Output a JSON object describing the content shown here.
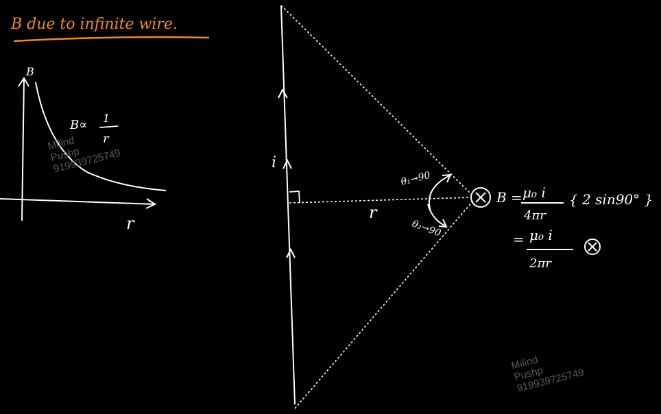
{
  "title": "B due to infinite wire.",
  "graph": {
    "y_axis_label": "B",
    "x_axis_label": "r",
    "relation_left": "B∝",
    "relation_num": "1",
    "relation_den": "r"
  },
  "wire": {
    "current_label": "i",
    "distance_label": "r",
    "theta1_label": "θ₁→90",
    "theta2_label": "θ₂→90",
    "field_symbol": "⊗"
  },
  "formula": {
    "lhs": "B =",
    "frac1_num": "μ₀ i",
    "frac1_den": "4πr",
    "bracket": "{ 2 sin90° }",
    "eq2": "=",
    "frac2_num": "μ₀ i",
    "frac2_den": "2πr",
    "direction_symbol": "⊗"
  },
  "watermarks": [
    {
      "name": "Milind",
      "surname": "Pushp",
      "phone": "919939725749"
    },
    {
      "name": "Milind",
      "surname": "Pushp",
      "phone": "919939725749"
    }
  ],
  "colors": {
    "background": "#000000",
    "ink": "#ffffff",
    "title_ink": "#f08a1c",
    "watermark": "#6a6a6a"
  }
}
